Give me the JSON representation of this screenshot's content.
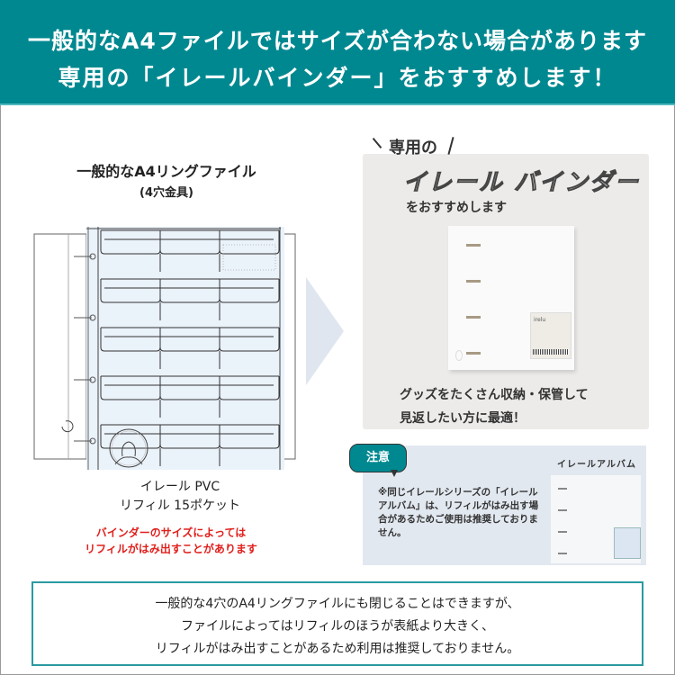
{
  "header": {
    "line1": "一般的なA4ファイルではサイズが合わない場合があります",
    "line2": "専用の「イレールバインダー」をおすすめします！",
    "background": "#008890"
  },
  "left": {
    "title": "一般的なA4リングファイル",
    "subtitle": "(4穴金具)",
    "illustration": "ring-file-with-15-pocket-refill",
    "caption_line1": "イレール PVC",
    "caption_line2": "リフィル 15ポケット",
    "warning_line1": "バインダーのサイズによっては",
    "warning_line2": "リフィルがはみ出すことがあります",
    "warning_color": "#e0201d"
  },
  "arrow_icon": "chevron-right-icon",
  "recommend": {
    "tag": "専用の",
    "product_name": "イレール バインダー",
    "subtitle": "をおすすめします",
    "product_image": "white-binder-photo",
    "product_label_brand": "irelu",
    "desc_line1": "グッズをたくさん収納・保管して",
    "desc_line2": "見返したい方に最適！"
  },
  "note": {
    "badge": "注意",
    "text": "※同じイレールシリーズの「イレールアルバム」は、リフィルがはみ出す場合があるためご使用は推奨しておりません。",
    "album_title": "イレールアルバム",
    "album_image": "white-album-photo"
  },
  "bottom": {
    "line1": "一般的な4穴のA4リングファイルにも閉じることはできますが、",
    "line2": "ファイルによってはリフィルのほうが表紙より大きく、",
    "line3": "リフィルがはみ出すことがあるため利用は推奨しておりません。",
    "border_color": "#2a9aa0"
  }
}
